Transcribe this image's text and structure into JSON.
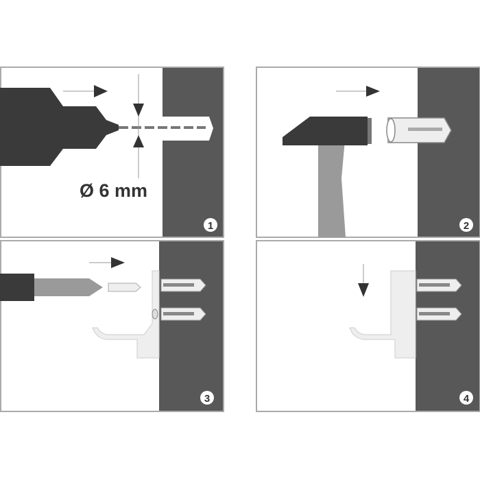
{
  "steps": [
    {
      "number": "1",
      "caption": "Ø 6 mm"
    },
    {
      "number": "2"
    },
    {
      "number": "3"
    },
    {
      "number": "4"
    }
  ],
  "colors": {
    "wall": "#585858",
    "tool": "#3a3a3a",
    "shaft": "#9a9a9a",
    "border": "#aaaaaa",
    "part": "#eeeeee"
  }
}
